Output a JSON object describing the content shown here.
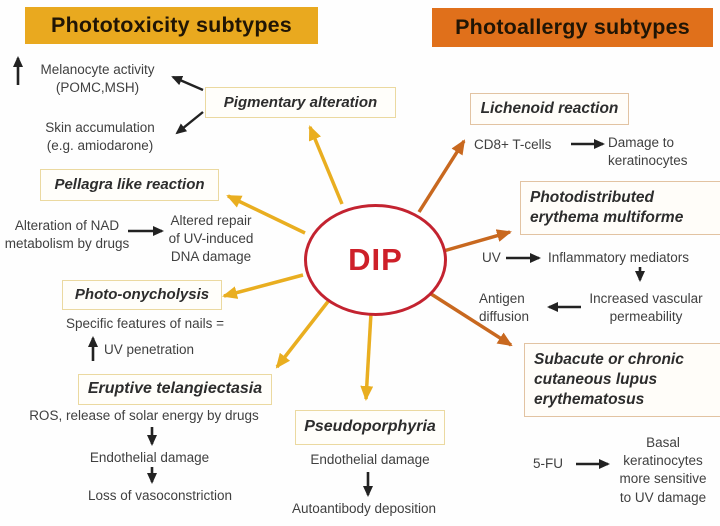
{
  "headers": {
    "phototoxicity": "Phototoxicity subtypes",
    "photoallergy": "Photoallergy subtypes"
  },
  "center": {
    "label": "DIP"
  },
  "colors": {
    "phototoxicity_header_bg": "#E9A91F",
    "photoallergy_header_bg": "#E0701B",
    "yellow_arrow": "#E9AE20",
    "orange_arrow": "#C8681F",
    "black_arrow": "#222222",
    "dip_red": "#CE2029",
    "yellow_box_border": "#EBD9A0",
    "orange_box_border": "#E2C3A2"
  },
  "phototoxicity": {
    "pigmentary": {
      "box": "Pigmentary alteration",
      "melanocyte": "Melanocyte activity\n(POMC,MSH)",
      "skin": "Skin accumulation\n(e.g. amiodarone)"
    },
    "pellagra": {
      "box": "Pellagra like reaction",
      "cause": "Alteration of NAD\nmetabolism by drugs",
      "effect": "Altered repair\nof UV-induced\nDNA damage"
    },
    "onycholysis": {
      "box": "Photo-onycholysis",
      "feature": "Specific features of nails =",
      "uv_penetration": "UV penetration"
    },
    "telangiectasia": {
      "box": "Eruptive telangiectasia",
      "step1": "ROS, release of solar energy by drugs",
      "step2": "Endothelial damage",
      "step3": "Loss of vasoconstriction"
    },
    "pseudoporphyria": {
      "box": "Pseudoporphyria",
      "step1": "Endothelial damage",
      "step2": "Autoantibody deposition"
    }
  },
  "photoallergy": {
    "lichenoid": {
      "box": "Lichenoid reaction",
      "cause": "CD8+ T-cells",
      "effect": "Damage to\nkeratinocytes"
    },
    "erythema_multiforme": {
      "box": "Photodistributed\nerythema multiforme",
      "trigger": "UV",
      "mediators": "Inflammatory mediators",
      "vascular": "Increased vascular\npermeability",
      "antigen": "Antigen\ndiffusion"
    },
    "lupus": {
      "box": "Subacute or chronic\ncutaneous lupus\nerythematosus",
      "cause": "5-FU",
      "effect": "Basal\nkeratinocytes\nmore sensitive\nto UV damage"
    }
  }
}
